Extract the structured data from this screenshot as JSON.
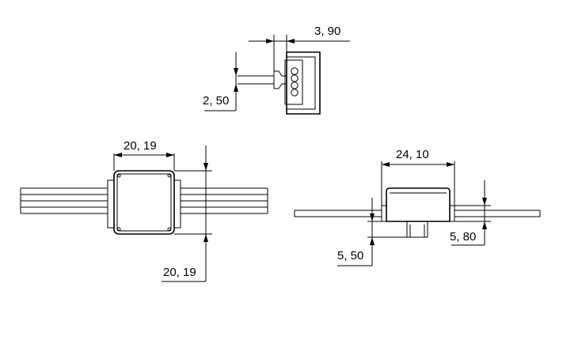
{
  "dimensions": {
    "top_width": "3, 90",
    "top_height": "2, 50",
    "left_width": "20, 19",
    "left_height": "20, 19",
    "right_width": "24, 10",
    "right_height_left": "5, 50",
    "right_height_right": "5, 80"
  }
}
